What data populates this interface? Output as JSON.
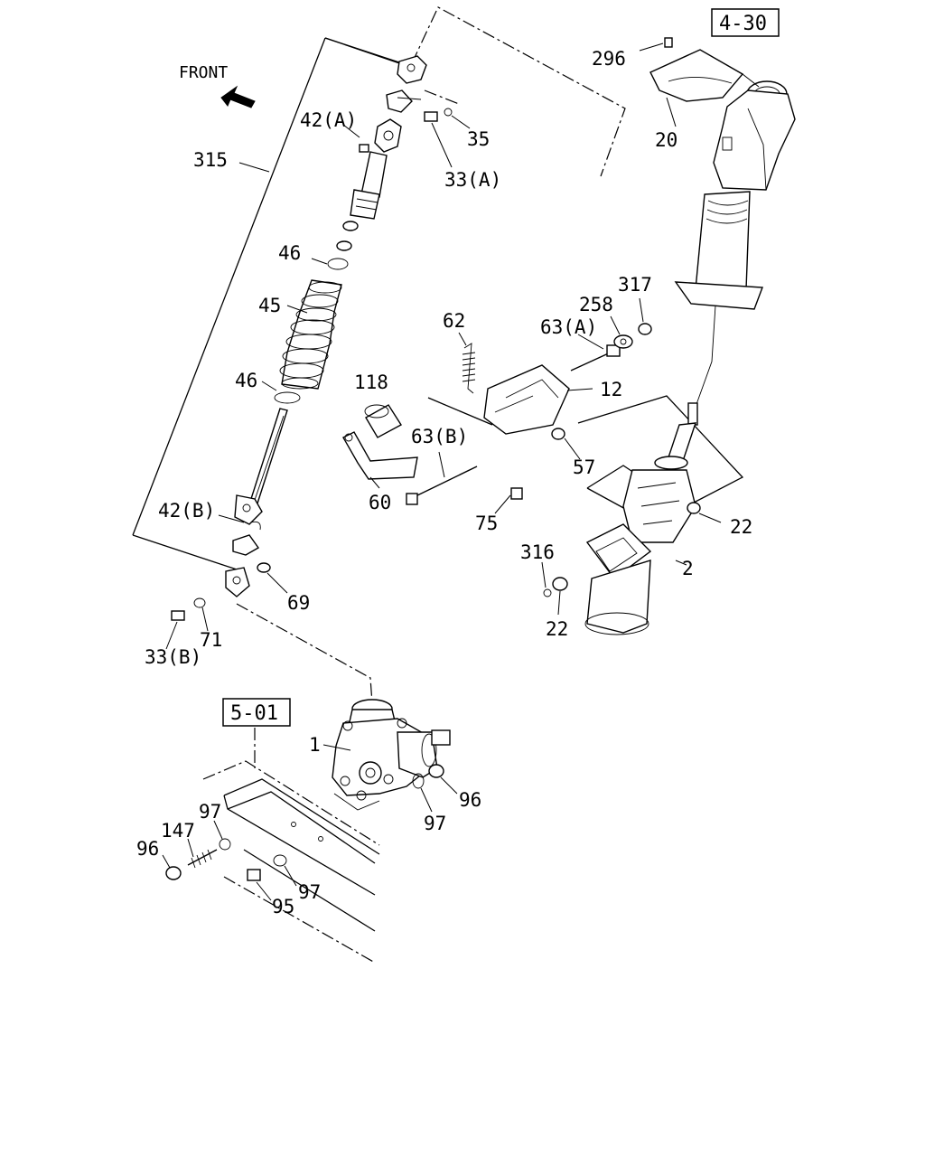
{
  "diagram": {
    "front_label": "FRONT",
    "ref_boxes": {
      "ref_4_30": "4-30",
      "ref_5_01": "5-01"
    },
    "callouts": {
      "c296": "296",
      "c20": "20",
      "c35": "35",
      "c33a": "33(A)",
      "c42a": "42(A)",
      "c315": "315",
      "c46_top": "46",
      "c45": "45",
      "c46_bottom": "46",
      "c62": "62",
      "c258": "258",
      "c317": "317",
      "c63a": "63(A)",
      "c12": "12",
      "c118": "118",
      "c63b": "63(B)",
      "c57": "57",
      "c60": "60",
      "c75": "75",
      "c22_right": "22",
      "c42b": "42(B)",
      "c316": "316",
      "c2": "2",
      "c22_bottom": "22",
      "c69": "69",
      "c71": "71",
      "c33b": "33(B)",
      "c1": "1",
      "c96_right": "96",
      "c97_right": "97",
      "c97_left": "97",
      "c147": "147",
      "c96_left": "96",
      "c97_bottom": "97",
      "c95": "95"
    }
  }
}
